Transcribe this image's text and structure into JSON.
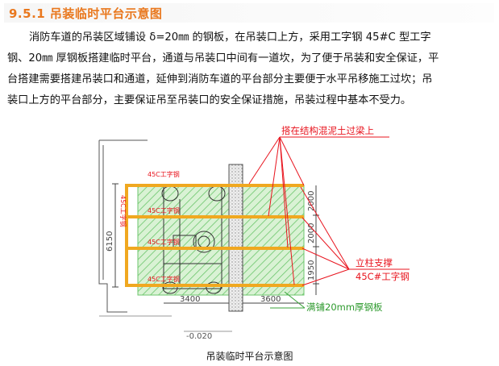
{
  "section": {
    "heading": "9.5.1 吊装临时平台示意图",
    "paragraph_lines": [
      "消防车道的吊装区域铺设 δ=20㎜ 的钢板，在吊装口上方，采用工字钢 45#C 型工字",
      "钢、20㎜ 厚钢板搭建临时平台，通道与吊装口中间有一道坎，为了便于吊装和安全保证，平",
      "台搭建需要搭建吊装口和通道，延伸到消防车道的平台部分主要便于水平吊移施工过坎；吊",
      "装口上方的平台部分，主要保证吊至吊装口的安全保证措施，吊装过程中基本不受力。"
    ]
  },
  "figure": {
    "caption": "吊装临时平台示意图",
    "labels": {
      "beam_over": "搭在结构混泥土过梁上",
      "column_support": "立柱支撑",
      "i_beam_45c": "45C#工字钢",
      "steel_plate": "满铺20mm厚钢板",
      "beam_tag": "45C工字钢",
      "vertical_beam": "45C工字钢",
      "elevation": "-0.020"
    },
    "dimensions": {
      "height_total": "6150",
      "width_inner": "3400",
      "width_outer": "3600",
      "seg_top": "2000",
      "seg_mid": "2000",
      "seg_bottom": "1950"
    },
    "colors": {
      "red_annotation": "#e8141e",
      "hatch_green": "#6cc66c",
      "beam_orange": "#f0a820",
      "outline": "#555555"
    }
  }
}
